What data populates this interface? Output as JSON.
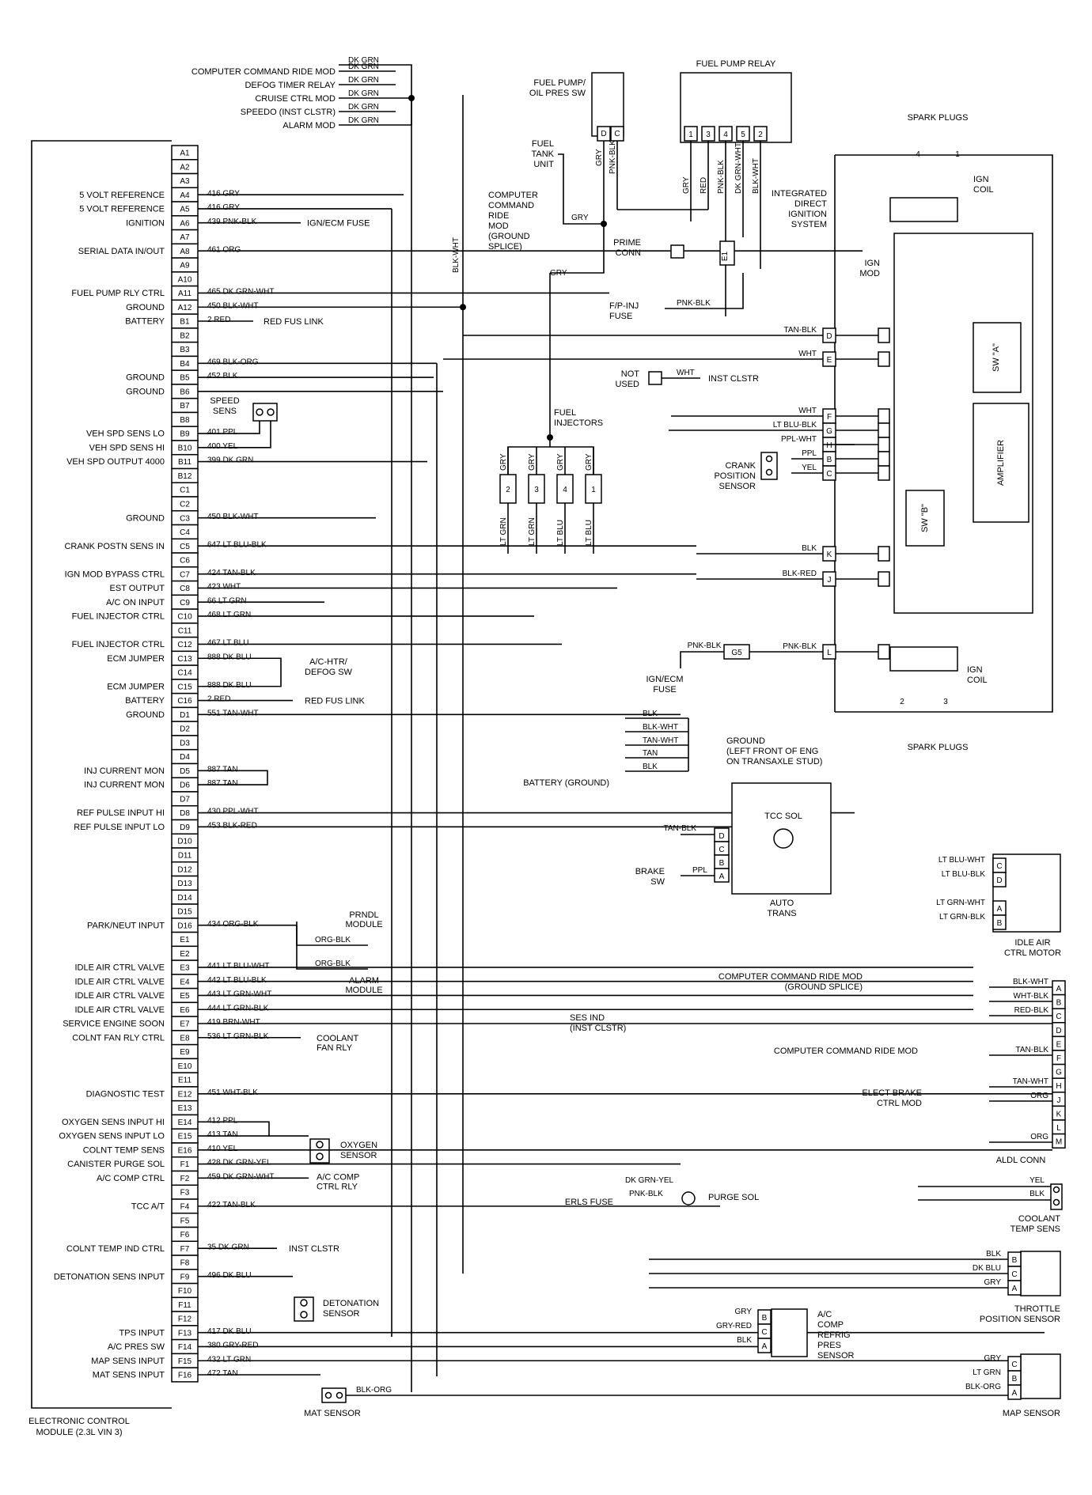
{
  "ecm": {
    "title_line1": "ELECTRONIC CONTROL",
    "title_line2": "MODULE (2.3L VIN 3)",
    "pins": [
      {
        "pin": "A1",
        "label": "",
        "wire": ""
      },
      {
        "pin": "A2",
        "label": "",
        "wire": ""
      },
      {
        "pin": "A3",
        "label": "",
        "wire": ""
      },
      {
        "pin": "A4",
        "label": "5 VOLT REFERENCE",
        "wire": "416 GRY"
      },
      {
        "pin": "A5",
        "label": "5 VOLT REFERENCE",
        "wire": "416 GRY"
      },
      {
        "pin": "A6",
        "label": "IGNITION",
        "wire": "439 PNK-BLK"
      },
      {
        "pin": "A7",
        "label": "",
        "wire": ""
      },
      {
        "pin": "A8",
        "label": "SERIAL DATA IN/OUT",
        "wire": "461 ORG"
      },
      {
        "pin": "A9",
        "label": "",
        "wire": ""
      },
      {
        "pin": "A10",
        "label": "",
        "wire": ""
      },
      {
        "pin": "A11",
        "label": "FUEL PUMP RLY CTRL",
        "wire": "465 DK GRN-WHT"
      },
      {
        "pin": "A12",
        "label": "GROUND",
        "wire": "450 BLK-WHT"
      },
      {
        "pin": "B1",
        "label": "BATTERY",
        "wire": "2 RED"
      },
      {
        "pin": "B2",
        "label": "",
        "wire": ""
      },
      {
        "pin": "B3",
        "label": "",
        "wire": ""
      },
      {
        "pin": "B4",
        "label": "",
        "wire": "469 BLK-ORG"
      },
      {
        "pin": "B5",
        "label": "GROUND",
        "wire": "452 BLK"
      },
      {
        "pin": "B6",
        "label": "GROUND",
        "wire": ""
      },
      {
        "pin": "B7",
        "label": "",
        "wire": ""
      },
      {
        "pin": "B8",
        "label": "",
        "wire": ""
      },
      {
        "pin": "B9",
        "label": "VEH SPD SENS LO",
        "wire": "401 PPL"
      },
      {
        "pin": "B10",
        "label": "VEH SPD SENS HI",
        "wire": "400 YEL"
      },
      {
        "pin": "B11",
        "label": "VEH SPD OUTPUT 4000",
        "wire": "399 DK GRN"
      },
      {
        "pin": "B12",
        "label": "",
        "wire": ""
      },
      {
        "pin": "C1",
        "label": "",
        "wire": ""
      },
      {
        "pin": "C2",
        "label": "",
        "wire": ""
      },
      {
        "pin": "C3",
        "label": "GROUND",
        "wire": "450 BLK-WHT"
      },
      {
        "pin": "C4",
        "label": "",
        "wire": ""
      },
      {
        "pin": "C5",
        "label": "CRANK POSTN SENS IN",
        "wire": "647 LT BLU-BLK"
      },
      {
        "pin": "C6",
        "label": "",
        "wire": ""
      },
      {
        "pin": "C7",
        "label": "IGN MOD BYPASS CTRL",
        "wire": "424 TAN-BLK"
      },
      {
        "pin": "C8",
        "label": "EST OUTPUT",
        "wire": "423 WHT"
      },
      {
        "pin": "C9",
        "label": "A/C ON INPUT",
        "wire": "66 LT GRN"
      },
      {
        "pin": "C10",
        "label": "FUEL INJECTOR CTRL",
        "wire": "468 LT GRN"
      },
      {
        "pin": "C11",
        "label": "",
        "wire": ""
      },
      {
        "pin": "C12",
        "label": "FUEL INJECTOR CTRL",
        "wire": "467 LT BLU"
      },
      {
        "pin": "C13",
        "label": "ECM JUMPER",
        "wire": "888 DK BLU"
      },
      {
        "pin": "C14",
        "label": "",
        "wire": ""
      },
      {
        "pin": "C15",
        "label": "ECM JUMPER",
        "wire": "888 DK BLU"
      },
      {
        "pin": "C16",
        "label": "BATTERY",
        "wire": "2 RED"
      },
      {
        "pin": "D1",
        "label": "GROUND",
        "wire": "551 TAN-WHT"
      },
      {
        "pin": "D2",
        "label": "",
        "wire": ""
      },
      {
        "pin": "D3",
        "label": "",
        "wire": ""
      },
      {
        "pin": "D4",
        "label": "",
        "wire": ""
      },
      {
        "pin": "D5",
        "label": "INJ CURRENT MON",
        "wire": "887 TAN"
      },
      {
        "pin": "D6",
        "label": "INJ CURRENT MON",
        "wire": "887 TAN"
      },
      {
        "pin": "D7",
        "label": "",
        "wire": ""
      },
      {
        "pin": "D8",
        "label": "REF PULSE INPUT HI",
        "wire": "430 PPL-WHT"
      },
      {
        "pin": "D9",
        "label": "REF PULSE INPUT LO",
        "wire": "453 BLK-RED"
      },
      {
        "pin": "D10",
        "label": "",
        "wire": ""
      },
      {
        "pin": "D11",
        "label": "",
        "wire": ""
      },
      {
        "pin": "D12",
        "label": "",
        "wire": ""
      },
      {
        "pin": "D13",
        "label": "",
        "wire": ""
      },
      {
        "pin": "D14",
        "label": "",
        "wire": ""
      },
      {
        "pin": "D15",
        "label": "",
        "wire": ""
      },
      {
        "pin": "D16",
        "label": "PARK/NEUT INPUT",
        "wire": "434 ORG-BLK"
      },
      {
        "pin": "E1",
        "label": "",
        "wire": ""
      },
      {
        "pin": "E2",
        "label": "",
        "wire": ""
      },
      {
        "pin": "E3",
        "label": "IDLE AIR CTRL VALVE",
        "wire": "441 LT BLU-WHT"
      },
      {
        "pin": "E4",
        "label": "IDLE AIR CTRL VALVE",
        "wire": "442 LT BLU-BLK"
      },
      {
        "pin": "E5",
        "label": "IDLE AIR CTRL VALVE",
        "wire": "443 LT GRN-WHT"
      },
      {
        "pin": "E6",
        "label": "IDLE AIR CTRL VALVE",
        "wire": "444 LT GRN-BLK"
      },
      {
        "pin": "E7",
        "label": "SERVICE ENGINE SOON",
        "wire": "419 BRN-WHT"
      },
      {
        "pin": "E8",
        "label": "COLNT FAN RLY CTRL",
        "wire": "536 LT GRN-BLK"
      },
      {
        "pin": "E9",
        "label": "",
        "wire": ""
      },
      {
        "pin": "E10",
        "label": "",
        "wire": ""
      },
      {
        "pin": "E11",
        "label": "",
        "wire": ""
      },
      {
        "pin": "E12",
        "label": "DIAGNOSTIC TEST",
        "wire": "451 WHT-BLK"
      },
      {
        "pin": "E13",
        "label": "",
        "wire": ""
      },
      {
        "pin": "E14",
        "label": "OXYGEN SENS INPUT HI",
        "wire": "412 PPL"
      },
      {
        "pin": "E15",
        "label": "OXYGEN SENS INPUT LO",
        "wire": "413 TAN"
      },
      {
        "pin": "E16",
        "label": "COLNT TEMP SENS",
        "wire": "410 YEL"
      },
      {
        "pin": "F1",
        "label": "CANISTER PURGE SOL",
        "wire": "428 DK GRN-YEL"
      },
      {
        "pin": "F2",
        "label": "A/C COMP CTRL",
        "wire": "459 DK GRN-WHT"
      },
      {
        "pin": "F3",
        "label": "",
        "wire": ""
      },
      {
        "pin": "F4",
        "label": "TCC A/T",
        "wire": "422 TAN-BLK"
      },
      {
        "pin": "F5",
        "label": "",
        "wire": ""
      },
      {
        "pin": "F6",
        "label": "",
        "wire": ""
      },
      {
        "pin": "F7",
        "label": "COLNT TEMP IND CTRL",
        "wire": "35 DK GRN"
      },
      {
        "pin": "F8",
        "label": "",
        "wire": ""
      },
      {
        "pin": "F9",
        "label": "DETONATION SENS INPUT",
        "wire": "496 DK BLU"
      },
      {
        "pin": "F10",
        "label": "",
        "wire": ""
      },
      {
        "pin": "F11",
        "label": "",
        "wire": ""
      },
      {
        "pin": "F12",
        "label": "",
        "wire": ""
      },
      {
        "pin": "F13",
        "label": "TPS INPUT",
        "wire": "417 DK BLU"
      },
      {
        "pin": "F14",
        "label": "A/C PRES SW",
        "wire": "380 GRY-RED"
      },
      {
        "pin": "F15",
        "label": "MAP SENS INPUT",
        "wire": "432 LT GRN"
      },
      {
        "pin": "F16",
        "label": "MAT SENS INPUT",
        "wire": "472 TAN"
      }
    ]
  },
  "top_left": {
    "items": [
      "COMPUTER COMMAND RIDE MOD",
      "DEFOG TIMER RELAY",
      "CRUISE CTRL MOD",
      "SPEEDO (INST CLSTR)",
      "ALARM MOD"
    ],
    "wire": "DK GRN"
  },
  "fuel_pump_sw": {
    "label1": "FUEL PUMP/",
    "label2": "OIL PRES SW",
    "pin_d": "D",
    "pin_c": "C"
  },
  "fuel_pump_relay": {
    "title": "FUEL PUMP RELAY",
    "pins": [
      "1",
      "3",
      "4",
      "5",
      "2"
    ],
    "wires": [
      "GRY",
      "RED",
      "PNK-BLK",
      "DK GRN-WHT",
      "BLK-WHT"
    ]
  },
  "fuel_tank": {
    "line1": "FUEL",
    "line2": "TANK",
    "line3": "UNIT"
  },
  "fuel_pump_sw_wires": [
    "GRY",
    "PNK-BLK"
  ],
  "ccrm_ground": {
    "line1": "COMPUTER",
    "line2": "COMMAND",
    "line3": "RIDE",
    "line4": "MOD",
    "line5": "(GROUND",
    "line6": "SPLICE)"
  },
  "prime_conn": {
    "line1": "PRIME",
    "line2": "CONN",
    "e1": "E1"
  },
  "fp_inj_fuse": {
    "line1": "F/P-INJ",
    "line2": "FUSE",
    "wire": "PNK-BLK"
  },
  "misc": {
    "ign_ecm_fuse": "IGN/ECM FUSE",
    "red_fus_link": "RED FUS LINK",
    "blk_wht": "BLK-WHT",
    "gry": "GRY",
    "not_used1": "NOT",
    "not_used2": "USED",
    "wht": "WHT",
    "inst_clstr": "INST CLSTR",
    "speed_sens1": "SPEED",
    "speed_sens2": "SENS",
    "fuel_injectors1": "FUEL",
    "fuel_injectors2": "INJECTORS",
    "injector_nums": [
      "2",
      "3",
      "4",
      "1"
    ],
    "injector_wires_top": [
      "GRY",
      "GRY",
      "GRY",
      "GRY"
    ],
    "injector_wires_bot": [
      "LT GRN",
      "LT GRN",
      "LT BLU",
      "LT BLU"
    ],
    "ac_htr1": "A/C-HTR/",
    "ac_htr2": "DEFOG SW",
    "prndl1": "PRNDL",
    "prndl2": "MODULE",
    "alarm1": "ALARM",
    "alarm2": "MODULE",
    "org_blk": "ORG-BLK",
    "coolant_fan1": "COOLANT",
    "coolant_fan2": "FAN RLY",
    "ses_ind1": "SES IND",
    "ses_ind2": "(INST CLSTR)",
    "oxygen1": "OXYGEN",
    "oxygen2": "SENSOR",
    "ac_comp1": "A/C COMP",
    "ac_comp2": "CTRL RLY",
    "inst_clstr2": "INST CLSTR",
    "detonation1": "DETONATION",
    "detonation2": "SENSOR",
    "mat_sensor": "MAT SENSOR",
    "blk_org": "BLK-ORG"
  },
  "idis": {
    "title1": "INTEGRATED",
    "title2": "DIRECT",
    "title3": "IGNITION",
    "title4": "SYSTEM",
    "spark_top": "SPARK PLUGS",
    "spark_bot": "SPARK PLUGS",
    "ign_coil_top1": "IGN",
    "ign_coil_top2": "COIL",
    "ign_coil_bot1": "IGN",
    "ign_coil_bot2": "COIL",
    "ign_mod1": "IGN",
    "ign_mod2": "MOD",
    "sw_a": "SW \"A\"",
    "sw_b": "SW \"B\"",
    "amplifier": "AMPLIFIER",
    "nums_top": [
      "4",
      "1"
    ],
    "nums_bot": [
      "2",
      "3"
    ],
    "pins": [
      "D",
      "E",
      "F",
      "G",
      "H",
      "B",
      "C",
      "K",
      "J",
      "L"
    ],
    "wires": [
      "TAN-BLK",
      "WHT",
      "WHT",
      "LT BLU-BLK",
      "PPL-WHT",
      "PPL",
      "YEL",
      "BLK",
      "BLK-RED",
      "PNK-BLK"
    ]
  },
  "crank": {
    "line1": "CRANK",
    "line2": "POSITION",
    "line3": "SENSOR"
  },
  "g5": {
    "label": "G5",
    "wire_left": "PNK-BLK",
    "fuse1": "IGN/ECM",
    "fuse2": "FUSE"
  },
  "ground_pt": {
    "line1": "GROUND",
    "line2": "(LEFT FRONT OF ENG",
    "line3": "ON TRANSAXLE STUD)",
    "wires": [
      "BLK",
      "BLK-WHT",
      "TAN-WHT",
      "TAN",
      "BLK"
    ],
    "battery": "BATTERY (GROUND)"
  },
  "auto_trans": {
    "title1": "AUTO",
    "title2": "TRANS",
    "tcc": "TCC SOL",
    "pins": [
      "D",
      "C",
      "B",
      "A"
    ],
    "wire": "TAN-BLK",
    "brake1": "BRAKE",
    "brake2": "SW",
    "ppl": "PPL"
  },
  "idle_air": {
    "title1": "IDLE AIR",
    "title2": "CTRL MOTOR",
    "pins": [
      "C",
      "D",
      "A",
      "B"
    ],
    "wires": [
      "LT BLU-WHT",
      "LT BLU-BLK",
      "LT GRN-WHT",
      "LT GRN-BLK"
    ]
  },
  "aldl": {
    "title": "ALDL CONN",
    "pins": [
      "A",
      "B",
      "C",
      "D",
      "E",
      "F",
      "G",
      "H",
      "J",
      "K",
      "L",
      "M"
    ],
    "ccrm_gs1": "COMPUTER COMMAND RIDE MOD",
    "ccrm_gs2": "(GROUND SPLICE)",
    "ccrm": "COMPUTER COMMAND RIDE MOD",
    "ebrake1": "ELECT BRAKE",
    "ebrake2": "CTRL MOD",
    "wires": [
      "BLK-WHT",
      "WHT-BLK",
      "RED-BLK",
      "TAN-BLK",
      "TAN-WHT",
      "ORG",
      "ORG"
    ]
  },
  "purge": {
    "label": "PURGE SOL",
    "fuse": "ERLS FUSE",
    "wire1": "DK GRN-YEL",
    "wire2": "PNK-BLK"
  },
  "coolant_temp": {
    "title1": "COOLANT",
    "title2": "TEMP SENS",
    "wires": [
      "YEL",
      "BLK"
    ]
  },
  "tps": {
    "title1": "THROTTLE",
    "title2": "POSITION SENSOR",
    "pins": [
      "B",
      "C",
      "A"
    ],
    "wires": [
      "BLK",
      "DK BLU",
      "GRY"
    ]
  },
  "ac_refrig": {
    "title1": "A/C",
    "title2": "COMP",
    "title3": "REFRIG",
    "title4": "PRES",
    "title5": "SENSOR",
    "pins": [
      "B",
      "C",
      "A"
    ],
    "wires": [
      "GRY",
      "GRY-RED",
      "BLK"
    ]
  },
  "map": {
    "title": "MAP SENSOR",
    "pins": [
      "C",
      "B",
      "A"
    ],
    "wires": [
      "GRY",
      "LT GRN",
      "BLK-ORG"
    ]
  }
}
